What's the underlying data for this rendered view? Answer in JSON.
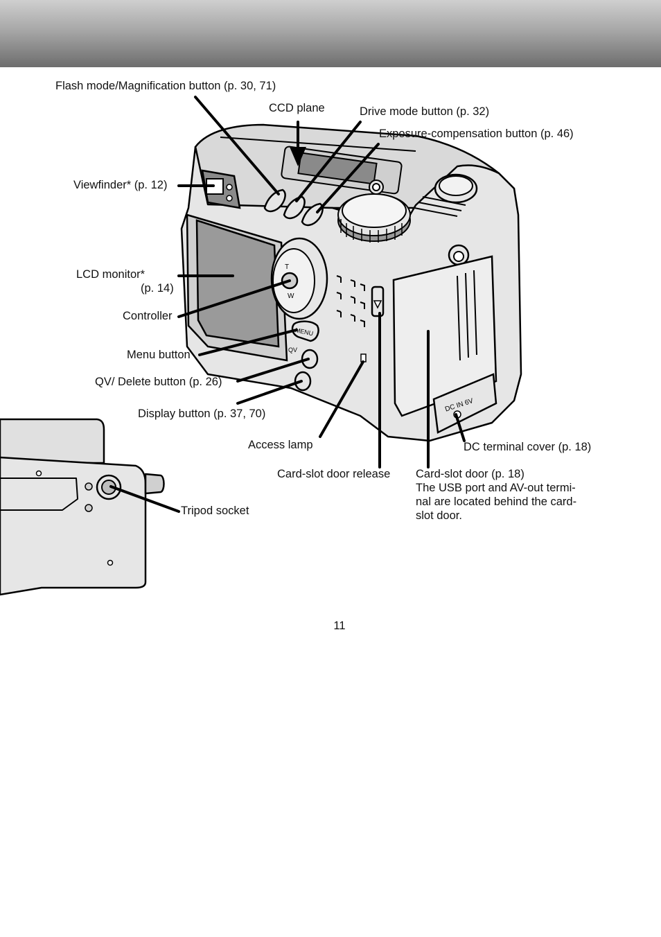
{
  "labels": {
    "flash_mode": "Flash mode/Magnification button (p. 30, 71)",
    "ccd_plane": "CCD plane",
    "drive_mode": "Drive mode button (p. 32)",
    "exposure_comp": "Exposure-compensation button (p. 46)",
    "viewfinder": "Viewfinder* (p. 12)",
    "lcd_monitor_line1": "LCD monitor*",
    "lcd_monitor_line2": "(p. 14)",
    "controller": "Controller",
    "menu_button": "Menu button",
    "qv_delete": "QV/ Delete button (p. 26)",
    "display_button": "Display button (p. 37, 70)",
    "access_lamp": "Access lamp",
    "card_slot_release": "Card-slot door release",
    "card_slot_door": "Card-slot door (p. 18)",
    "card_slot_note_1": "The USB port and AV-out termi-",
    "card_slot_note_2": "nal are located behind the card-",
    "card_slot_note_3": "slot door.",
    "dc_terminal": "DC terminal cover (p. 18)",
    "tripod_socket": "Tripod socket"
  },
  "camera_markings": {
    "menu": "MENU",
    "qv": "QV",
    "dc_in": "DC IN 6V",
    "t": "T",
    "w": "W"
  },
  "page_number": "11",
  "colors": {
    "header_top": "#cfcfcf",
    "header_bottom": "#6d6d6d",
    "camera_body": "#e6e6e6",
    "lcd": "#9a9a9a"
  }
}
